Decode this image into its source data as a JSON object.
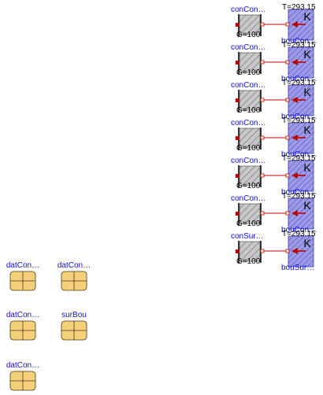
{
  "rows": [
    {
      "name": "conCon…",
      "G": "G=100",
      "T": "T=293.15",
      "bou": "bouCon…"
    },
    {
      "name": "conCon…",
      "G": "G=100",
      "T": "T=293.15",
      "bou": "bouCon…"
    },
    {
      "name": "conCon…",
      "G": "G=100",
      "T": "T=293.15",
      "bou": "bouCon…"
    },
    {
      "name": "conCon…",
      "G": "G=100",
      "T": "T=293.15",
      "bou": "bouCon…"
    },
    {
      "name": "conCon…",
      "G": "G=100",
      "T": "T=293.15",
      "bou": "bouCon…"
    },
    {
      "name": "conCon…",
      "G": "G=100",
      "T": "T=293.15",
      "bou": "bouCon…"
    },
    {
      "name": "conSur…",
      "G": "G=100",
      "T": "T=293.15",
      "bou": "bouSur…"
    }
  ],
  "records": [
    {
      "label": "datCon…"
    },
    {
      "label": "datCon…"
    },
    {
      "label": "datCon…"
    },
    {
      "label": "surBou"
    },
    {
      "label": "datCon…"
    }
  ],
  "icons": {
    "conductor": "thermal-conductor-icon",
    "boundary": "fixed-temperature-icon",
    "record": "data-record-icon"
  },
  "colors": {
    "label": "#1010d8",
    "connection": "#c00000",
    "record_fill": "#f6cf7a",
    "boundary_fill": "#9b9be8"
  },
  "boundary_letter": "K"
}
